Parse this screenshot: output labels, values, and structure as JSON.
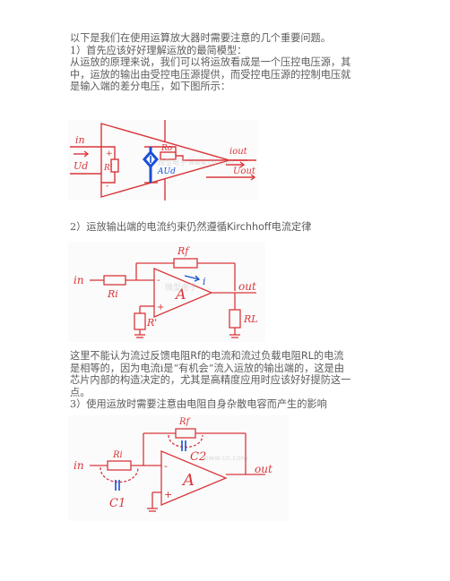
{
  "intro": {
    "line1": "以下是我们在使用运算放大器时需要注意的几个重要问题。",
    "line2": "1）首先应该好好理解运放的最简模型：",
    "para": [
      "从运放的原理来说，我们可以将运放看成是一个压控电压源，其",
      "中，运放的输出由受控电压源提供，而受控电压源的控制电压就",
      "是输入端的差分电压，如下图所示："
    ]
  },
  "figure1": {
    "labels": {
      "iin": "in",
      "ud": "Ud",
      "ri": "Ri",
      "ro": "Ro",
      "aud": "AUd",
      "iout": "iout",
      "uout": "Uout",
      "plus": "+",
      "minus": "-"
    },
    "watermark": "微型电子 www.cn.com"
  },
  "section2": {
    "prefix": "2）运放输出端的电流约束仍然遵循",
    "latin": "Kirchhoff",
    "suffix": "电流定律"
  },
  "figure2": {
    "labels": {
      "in": "in",
      "ri": "Ri",
      "rf": "Rf",
      "i": "i",
      "a": "A",
      "out": "out",
      "rp": "R'",
      "rl": "RL",
      "minus": "-",
      "plus": "+"
    },
    "watermark": "微型电子"
  },
  "para3": {
    "line1_a": "这里不能认为流过反馈电阻",
    "line1_b": "Rf",
    "line1_c": "的电流和流过负载电阻",
    "line1_d": "RL",
    "line1_e": "的电流",
    "line2": "是相等的，因为电流i是“有机会”流入运放的输出端的，这是由",
    "line3": "芯片内部的构造决定的，尤其是高精度应用时应该好好提防这一",
    "line4": "点。",
    "line5": "3）使用运放时需要注意由电阻自身杂散电容而产生的影响"
  },
  "figure3": {
    "labels": {
      "in": "in",
      "ri": "Ri",
      "rf": "Rf",
      "c1": "C1",
      "c2": "C2",
      "a": "A",
      "out": "out",
      "minus": "-",
      "plus": "+"
    },
    "watermark": "www.cn.com"
  },
  "colors": {
    "circuit_red": "#d9363a",
    "source_blue": "#1a4fd6",
    "text_gray": "#5a5a5a"
  }
}
